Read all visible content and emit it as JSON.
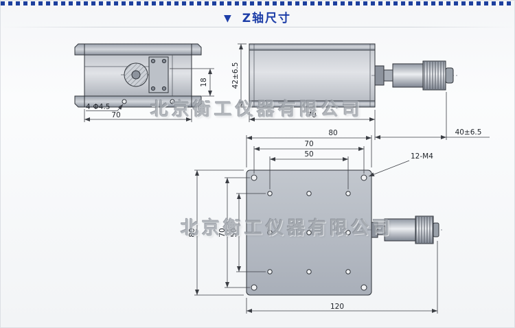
{
  "header": {
    "marker": "▼",
    "title": "Z轴尺寸"
  },
  "watermark": {
    "text": "北京衡工仪器有限公司"
  },
  "colors": {
    "accent": "#1d3ea8",
    "line": "#2e3238",
    "metal": "#b7bcc4"
  },
  "views": {
    "front": {
      "hole_callout": "4-Φ4.5",
      "width": "70",
      "height": "18"
    },
    "side": {
      "height": "42±6.5",
      "width": "70",
      "micrometer_travel": "40±6.5"
    },
    "top": {
      "width_outer": "80",
      "width_holes": "70",
      "width_grid": "50",
      "height_outer": "80",
      "height_holes": "70",
      "height_grid": "50",
      "overall_length": "120",
      "thread_callout": "12-M4"
    }
  }
}
